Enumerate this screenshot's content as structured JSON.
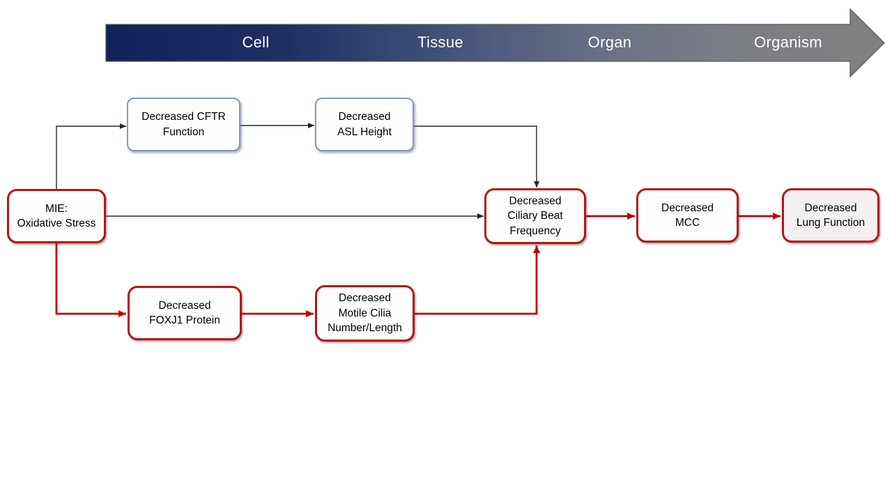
{
  "banner": {
    "stages": [
      {
        "label": "Cell"
      },
      {
        "label": "Tissue"
      },
      {
        "label": "Organ"
      },
      {
        "label": "Organism"
      }
    ]
  },
  "nodes": {
    "mie": {
      "label": "MIE:\nOxidative Stress",
      "style": "red"
    },
    "cftr": {
      "label": "Decreased CFTR\nFunction",
      "style": "blue"
    },
    "asl": {
      "label": "Decreased\nASL Height",
      "style": "blue"
    },
    "ciliary": {
      "label": "Decreased\nCiliary Beat\nFrequency",
      "style": "red"
    },
    "mcc": {
      "label": "Decreased\nMCC",
      "style": "red"
    },
    "lung": {
      "label": "Decreased\nLung Function",
      "style": "red"
    },
    "foxj1": {
      "label": "Decreased\nFOXJ1 Protein",
      "style": "red"
    },
    "motile": {
      "label": "Decreased\nMotile Cilia\nNumber/Length",
      "style": "red"
    }
  },
  "edges": [
    {
      "from": "mie",
      "to": "cftr",
      "color": "black"
    },
    {
      "from": "cftr",
      "to": "asl",
      "color": "black"
    },
    {
      "from": "asl",
      "to": "ciliary",
      "color": "black"
    },
    {
      "from": "mie",
      "to": "ciliary",
      "color": "black"
    },
    {
      "from": "mie",
      "to": "foxj1",
      "color": "red"
    },
    {
      "from": "foxj1",
      "to": "motile",
      "color": "red"
    },
    {
      "from": "motile",
      "to": "ciliary",
      "color": "red"
    },
    {
      "from": "ciliary",
      "to": "mcc",
      "color": "red"
    },
    {
      "from": "mcc",
      "to": "lung",
      "color": "red"
    }
  ],
  "colors": {
    "banner_gradient_start": "#12215A",
    "banner_gradient_end": "#808080",
    "key_event_red": "#C00000",
    "cell_node_blue": "#8496BA",
    "connector_black": "#262626"
  }
}
